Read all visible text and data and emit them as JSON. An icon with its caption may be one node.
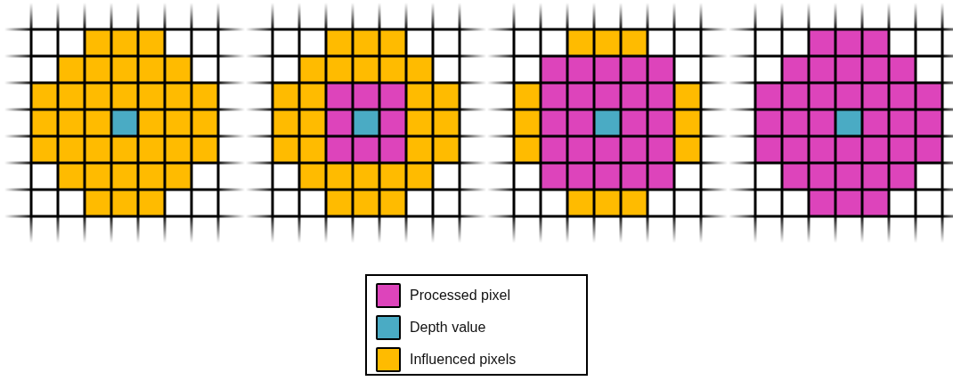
{
  "diagram": {
    "legend": [
      {
        "text": "Processed pixel",
        "color": "#dd44bb"
      },
      {
        "text": "Depth value",
        "color": "#4aabc4"
      },
      {
        "text": "Influenced pixels",
        "color": "#ffbb00"
      }
    ]
  }
}
